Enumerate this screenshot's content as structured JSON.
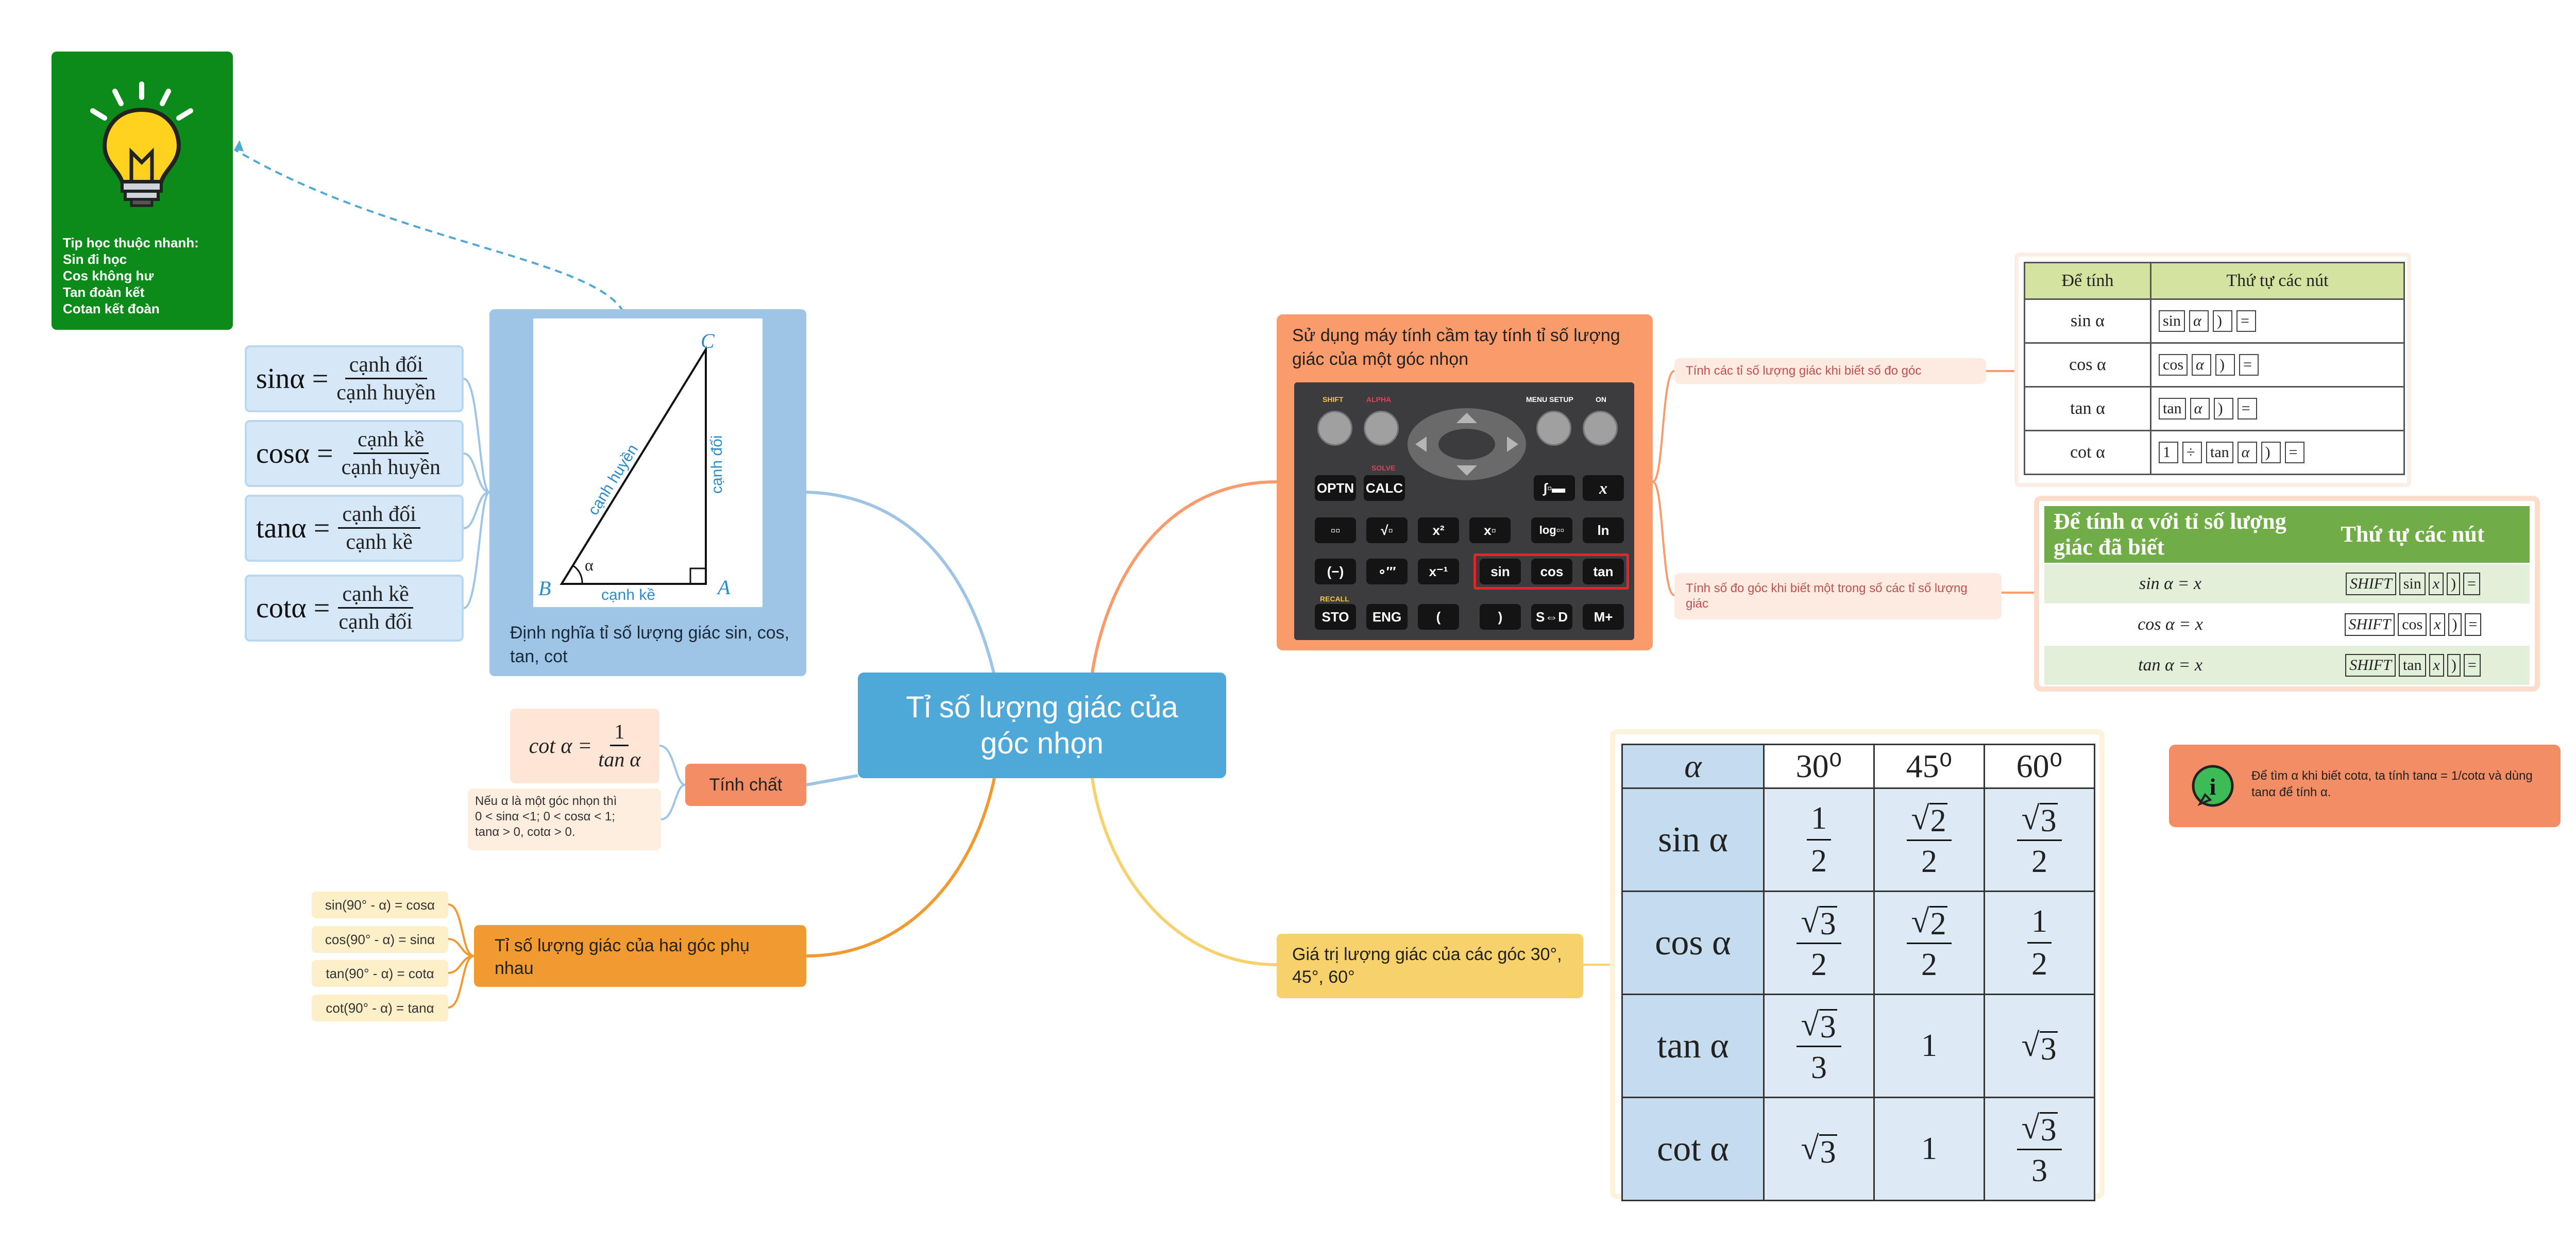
{
  "central": {
    "title": "Tỉ số lượng giác của góc nhọn"
  },
  "tip": {
    "icon": "lightbulb-icon",
    "text": "Tip học thuộc nhanh:\nSin đi học\nCos không hư\nTan đoàn kết\nCotan kết đoàn"
  },
  "definition": {
    "caption": "Định nghĩa tỉ số lượng giác sin, cos, tan, cot",
    "triangle": {
      "vertex_c": "C",
      "vertex_b": "B",
      "vertex_a": "A",
      "angle": "α",
      "hypotenuse": "cạnh huyền",
      "opposite": "cạnh đối",
      "adjacent": "cạnh kề"
    },
    "formulas": [
      {
        "name": "sinα =",
        "num": "cạnh đối",
        "den": "cạnh huyền"
      },
      {
        "name": "cosα =",
        "num": "cạnh kề",
        "den": "cạnh huyền"
      },
      {
        "name": "tanα =",
        "num": "cạnh đối",
        "den": "cạnh kề"
      },
      {
        "name": "cotα =",
        "num": "cạnh kề",
        "den": "cạnh đối"
      }
    ]
  },
  "property": {
    "label": "Tính chất",
    "formula": {
      "lhs": "cot α =",
      "num": "1",
      "den": "tan α"
    },
    "note": "Nếu α là một góc nhọn thì\n0 < sinα <1; 0 < cosα < 1;\ntanα > 0, cotα > 0."
  },
  "complementary": {
    "label": "Tỉ số lượng giác của hai góc phụ nhau",
    "items": [
      "sin(90° - α) = cosα",
      "cos(90° - α) = sinα",
      "tan(90° - α) = cotα",
      "cot(90° - α) = tanα"
    ]
  },
  "calculator": {
    "title": "Sử dụng máy tính cầm tay tính tỉ số lượng giác của một góc nhọn",
    "labels": {
      "shift": "SHIFT",
      "alpha": "ALPHA",
      "menu": "MENU SETUP",
      "on": "ON",
      "solve": "SOLVE",
      "recall": "RECALL"
    },
    "row1": [
      "OPTN",
      "CALC",
      "∫▫▬",
      "x"
    ],
    "row2": [
      "▫▫",
      "√▫",
      "x²",
      "x▫",
      "log▫▫",
      "ln"
    ],
    "row3": [
      "(−)",
      "∘′″",
      "x⁻¹",
      "sin",
      "cos",
      "tan"
    ],
    "row4": [
      "STO",
      "ENG",
      "(",
      ")",
      "S⇔D",
      "M+"
    ],
    "branch1": "Tính các tỉ số lượng giác khi biết số đo góc",
    "branch2": "Tính số đo góc khi biết một trong số các tỉ số lượng giác",
    "table1": {
      "header": [
        "Để tính",
        "Thứ tự các nút"
      ],
      "rows": [
        {
          "fn": "sin α",
          "keys": [
            "sin",
            "α",
            ")",
            "="
          ]
        },
        {
          "fn": "cos α",
          "keys": [
            "cos",
            "α",
            ")",
            "="
          ]
        },
        {
          "fn": "tan α",
          "keys": [
            "tan",
            "α",
            ")",
            "="
          ]
        },
        {
          "fn": "cot α",
          "keys": [
            "1",
            "÷",
            "tan",
            "α",
            ")",
            "="
          ]
        }
      ]
    },
    "table2": {
      "header": [
        "Để tính  α  với tỉ số lượng giác đã biết",
        "Thứ tự các nút"
      ],
      "rows": [
        {
          "fn": "sin α = x",
          "keys": [
            "SHIFT",
            "sin",
            "x",
            ")",
            "="
          ]
        },
        {
          "fn": "cos α = x",
          "keys": [
            "SHIFT",
            "cos",
            "x",
            ")",
            "="
          ]
        },
        {
          "fn": "tan α = x",
          "keys": [
            "SHIFT",
            "tan",
            "x",
            ")",
            "="
          ]
        }
      ]
    }
  },
  "special_values": {
    "label": "Giá trị lượng giác của các góc 30°, 45°, 60°",
    "table": {
      "header": [
        "α",
        "30⁰",
        "45⁰",
        "60⁰"
      ],
      "rows": [
        {
          "fn": "sin α",
          "vals": [
            "1/2",
            "√2/2",
            "√3/2"
          ]
        },
        {
          "fn": "cos α",
          "vals": [
            "√3/2",
            "√2/2",
            "1/2"
          ]
        },
        {
          "fn": "tan α",
          "vals": [
            "√3/3",
            "1",
            "√3"
          ]
        },
        {
          "fn": "cot α",
          "vals": [
            "√3",
            "1",
            "√3/3"
          ]
        }
      ]
    }
  },
  "note": {
    "icon": "info-icon",
    "icon_letter": "i",
    "text": "Để tìm α khi biết cotα, ta tính tanα = 1/cotα và dùng tanα để tính α."
  }
}
